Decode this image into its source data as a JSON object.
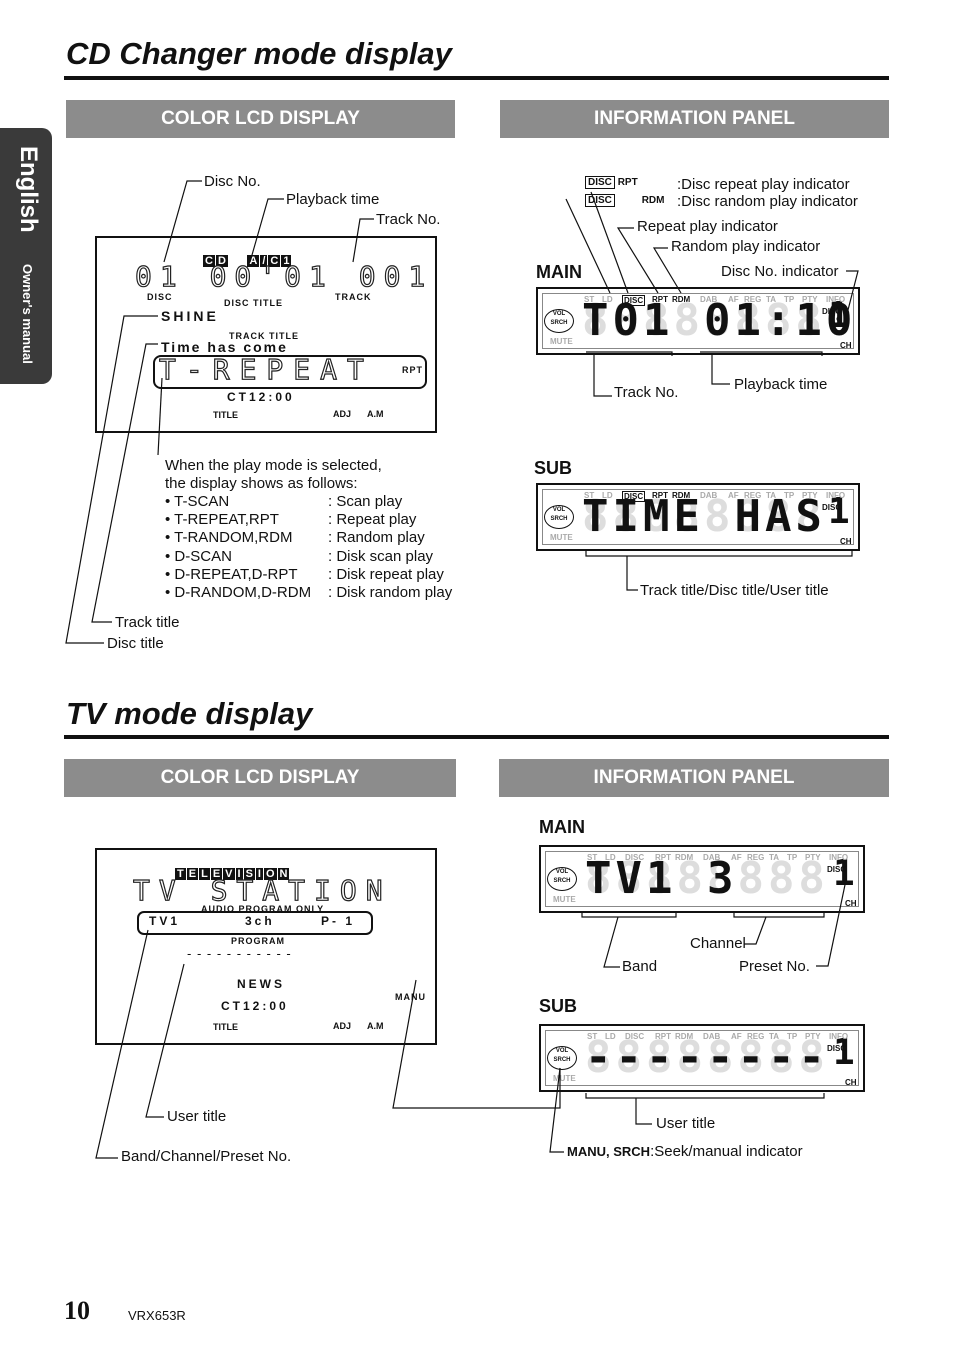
{
  "side_tab": {
    "language": "English",
    "manual": "Owner's manual"
  },
  "cd": {
    "title": "CD Changer mode display",
    "lcd_header": "COLOR LCD DISPLAY",
    "info_header": "INFORMATION PANEL",
    "lcd": {
      "mode_letters": [
        "C",
        "D",
        "A",
        "/",
        "C",
        "1"
      ],
      "digits": "01 00'01 001",
      "disc_lbl": "DISC",
      "disc_title_lbl": "DISC TITLE",
      "track_lbl": "TRACK",
      "disc_title": "SHINE",
      "track_title_lbl": "TRACK TITLE",
      "track_title": "Time has come",
      "mode_text": "T-REPEAT",
      "rpt": "RPT",
      "clock": "CT12:00",
      "title_key": "TITLE",
      "adj_key": "ADJ",
      "am_key": "A.M"
    },
    "callouts": {
      "disc_no": "Disc No.",
      "playback_time": "Playback time",
      "track_no": "Track No.",
      "track_title": "Track title",
      "disc_title": "Disc title"
    },
    "modes_intro": [
      "When the play mode is selected,",
      "the display shows as follows:"
    ],
    "modes": [
      {
        "code": "• T-SCAN",
        "desc": ": Scan play"
      },
      {
        "code": "• T-REPEAT,RPT",
        "desc": ": Repeat play"
      },
      {
        "code": "• T-RANDOM,RDM",
        "desc": ": Random play"
      },
      {
        "code": "• D-SCAN",
        "desc": ": Disk scan play"
      },
      {
        "code": "• D-REPEAT,D-RPT",
        "desc": ": Disk repeat play"
      },
      {
        "code": "• D-RANDOM,D-RDM",
        "desc": ": Disk random play"
      }
    ],
    "info": {
      "legend": [
        {
          "icon1": "DISC",
          "icon2": "RPT",
          "text": ":Disc repeat play indicator"
        },
        {
          "icon1": "DISC",
          "icon2": "RDM",
          "text": ":Disc random play indicator"
        }
      ],
      "repeat_ind": "Repeat play indicator",
      "random_ind": "Random play indicator",
      "main_lbl": "MAIN",
      "disc_no_ind": "Disc No. indicator",
      "main_text": "T01 01:10",
      "main_disc": "1",
      "track_no": "Track No.",
      "playback_time": "Playback time",
      "sub_lbl": "SUB",
      "sub_text": "TIME HAS",
      "sub_disc": "1",
      "sub_caption": "Track title/Disc title/User title",
      "indicators": [
        "ST",
        "LD",
        "DISC",
        "RPT",
        "RDM",
        "DAB",
        "AF",
        "REG",
        "TA",
        "TP",
        "PTY",
        "INFO"
      ],
      "vol": "VOL",
      "srch": "SRCH",
      "mute": "MUTE",
      "disc": "DISC",
      "ch": "CH"
    }
  },
  "tv": {
    "title": "TV mode display",
    "lcd_header": "COLOR LCD DISPLAY",
    "info_header": "INFORMATION PANEL",
    "lcd": {
      "mode_letters": [
        "T",
        "E",
        "L",
        "E",
        "V",
        "I",
        "S",
        "I",
        "O",
        "N"
      ],
      "station": "TV STATION",
      "audio": "AUDIO PROGRAM ONLY",
      "band": "TV1",
      "ch": "3ch",
      "preset": "P- 1",
      "program_lbl": "PROGRAM",
      "dashes": "- - - - - - - - - - -",
      "news": "NEWS",
      "clock": "CT12:00",
      "manu": "MANU",
      "title_key": "TITLE",
      "adj_key": "ADJ",
      "am_key": "A.M"
    },
    "callouts": {
      "user_title": "User title",
      "band_channel": "Band/Channel/Preset No."
    },
    "info": {
      "main_lbl": "MAIN",
      "main_text": "TV1    3",
      "main_disc": "1",
      "channel": "Channel",
      "band": "Band",
      "preset": "Preset No.",
      "sub_lbl": "SUB",
      "sub_text": "--------",
      "sub_disc": "1",
      "user_title": "User title",
      "manu_srch": "MANU, SRCH",
      "seek_text": ":Seek/manual indicator"
    }
  },
  "footer": {
    "page": "10",
    "model": "VRX653R"
  }
}
